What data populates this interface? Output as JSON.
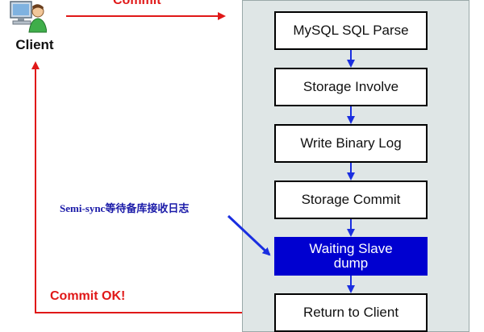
{
  "client": {
    "label": "Client",
    "icon": "computer-user-icon"
  },
  "commit_arrow": {
    "label": "Commit",
    "color": "#e01818"
  },
  "commit_ok_arrow": {
    "label": "Commit OK!",
    "color": "#e01818"
  },
  "annotation": {
    "text": "Semi-sync等待备库接收日志",
    "color": "#1a1aa8"
  },
  "server": {
    "panel_color": "#dfe6e6",
    "steps": [
      {
        "label": "MySQL SQL Parse",
        "highlighted": false
      },
      {
        "label": "Storage Involve",
        "highlighted": false
      },
      {
        "label": "Write Binary Log",
        "highlighted": false
      },
      {
        "label": "Storage Commit",
        "highlighted": false
      },
      {
        "label": "Waiting Slave dump",
        "highlighted": true,
        "highlight_color": "#0000d0"
      },
      {
        "label": "Return to Client",
        "highlighted": false
      }
    ]
  }
}
